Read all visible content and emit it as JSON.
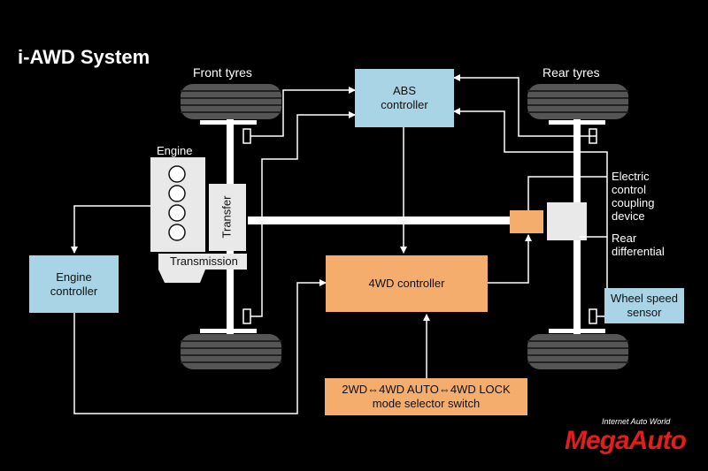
{
  "title": "i-AWD System",
  "labels": {
    "front_tyres": "Front tyres",
    "rear_tyres": "Rear tyres",
    "engine": "Engine",
    "transfer": "Transfer",
    "transmission": "Transmission",
    "coupling": "Electric\ncontrol\ncoupling\ndevice",
    "rear_diff": "Rear\ndifferential"
  },
  "boxes": {
    "abs": "ABS\ncontroller",
    "engine_controller": "Engine\ncontroller",
    "fourwd": "4WD controller",
    "selector": "2WD⇔4WD AUTO⇔4WD LOCK\nmode selector switch",
    "wheel_speed": "Wheel speed\nsensor"
  },
  "logo": {
    "tagline": "Internet Auto World",
    "brand": "MegaAuto"
  },
  "colors": {
    "background": "#000000",
    "controller_blue": "#a9d4e6",
    "controller_orange": "#f5ad6e",
    "lines": "#ffffff",
    "logo_red": "#e11d1d"
  }
}
